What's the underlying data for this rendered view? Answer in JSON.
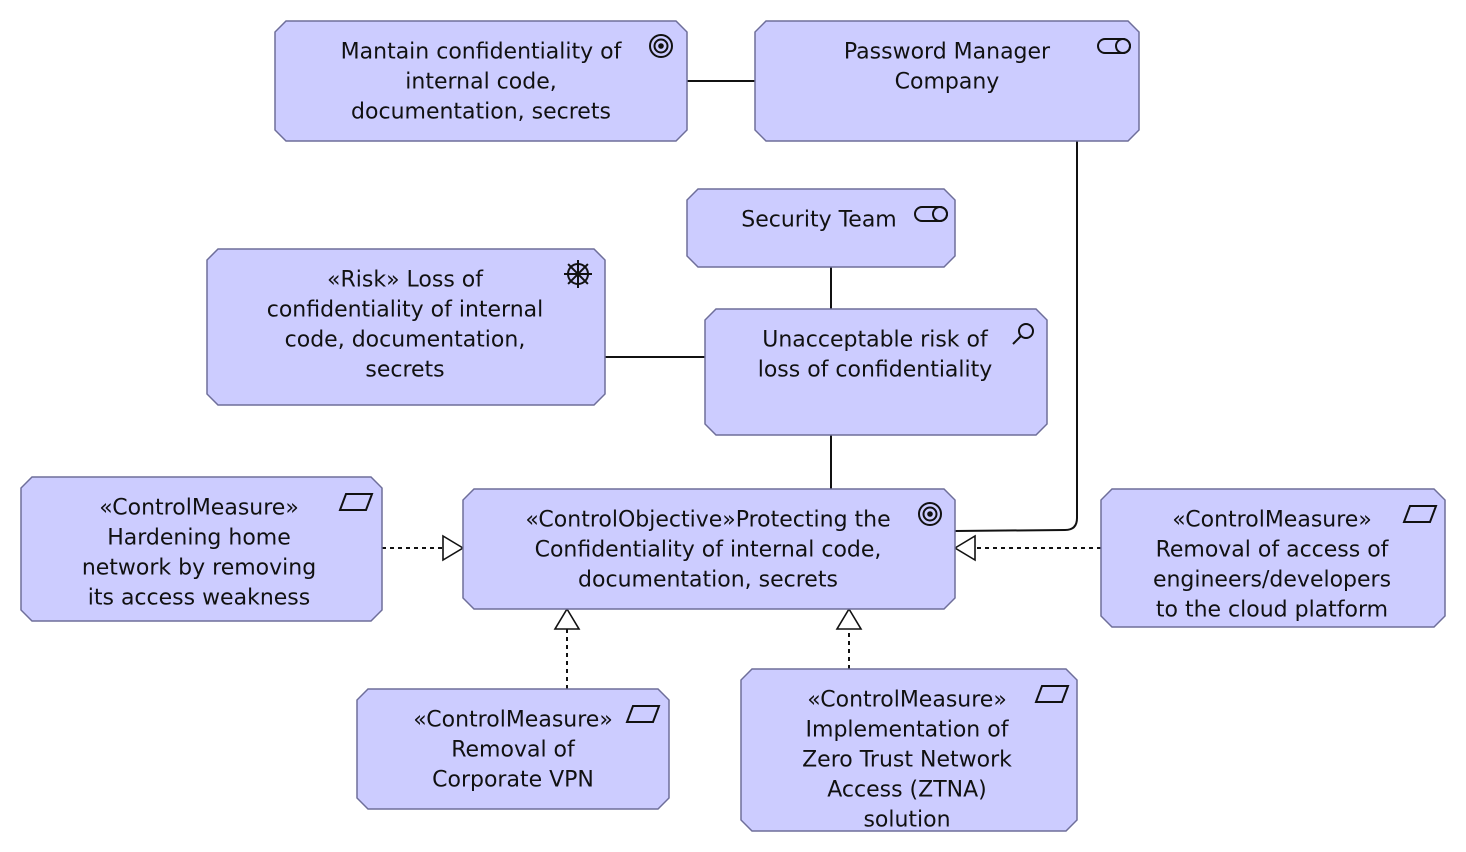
{
  "nodes": {
    "goal_confidentiality": {
      "lines": [
        "Mantain confidentiality of",
        "internal code,",
        "documentation, secrets"
      ],
      "icon": "goal-icon"
    },
    "password_manager_company": {
      "lines": [
        "Password Manager",
        "Company"
      ],
      "icon": "business-actor-icon"
    },
    "security_team": {
      "lines": [
        "Security Team"
      ],
      "icon": "business-actor-icon"
    },
    "risk_loss": {
      "lines": [
        "«Risk» Loss of",
        "confidentiality of internal",
        "code, documentation,",
        "secrets"
      ],
      "icon": "assessment-wheel-icon"
    },
    "unacceptable_risk": {
      "lines": [
        "Unacceptable risk of",
        "loss of confidentiality"
      ],
      "icon": "assessment-icon"
    },
    "control_objective": {
      "lines": [
        "«ControlObjective»Protecting the",
        "Confidentiality of internal code,",
        "documentation, secrets"
      ],
      "icon": "goal-icon"
    },
    "cm_hardening": {
      "lines": [
        "«ControlMeasure»",
        "Hardening home",
        "network by removing",
        "its access weakness"
      ],
      "icon": "requirement-icon"
    },
    "cm_cloud": {
      "lines": [
        "«ControlMeasure»",
        "Removal of access of",
        "engineers/developers",
        "to the cloud platform"
      ],
      "icon": "requirement-icon"
    },
    "cm_vpn": {
      "lines": [
        "«ControlMeasure»",
        "Removal of",
        "Corporate VPN"
      ],
      "icon": "requirement-icon"
    },
    "cm_ztna": {
      "lines": [
        "«ControlMeasure»",
        "Implementation of",
        "Zero Trust Network",
        "Access (ZTNA)",
        "solution"
      ],
      "icon": "requirement-icon"
    }
  },
  "colors": {
    "node_fill": "#ccccff",
    "node_border": "#6e6e9a",
    "line": "#111111",
    "background": "#ffffff"
  }
}
